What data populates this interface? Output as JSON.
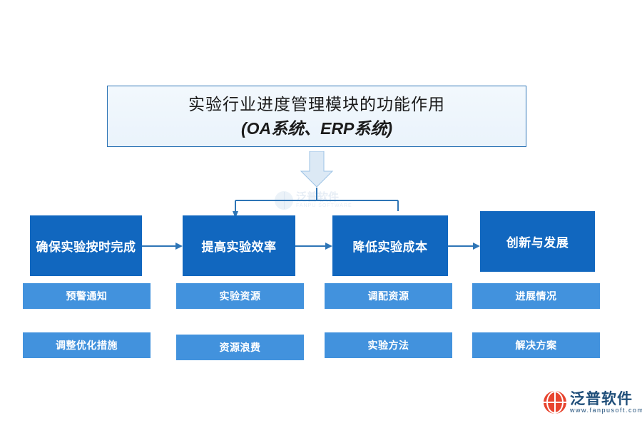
{
  "title": {
    "line1": "实验行业进度管理模块的功能作用",
    "line2": "(OA系统、ERP系统)"
  },
  "watermark": {
    "center_main": "泛普软件",
    "center_sub": "FANPU SOFTWARE",
    "logo_main": "泛普软件",
    "logo_sub": "www.fanpusoft.com"
  },
  "colors": {
    "main_box": "#1167bf",
    "sub_box": "#4292dd",
    "title_border": "#2e75b6",
    "connector": "#2e75b6",
    "logo_red": "#e8442e",
    "logo_blue": "#1f4e79"
  },
  "columns": [
    {
      "main": "确保实验按时完成",
      "subs": [
        "预警通知",
        "调整优化措施"
      ]
    },
    {
      "main": "提高实验效率",
      "subs": [
        "实验资源",
        "资源浪费"
      ]
    },
    {
      "main": "降低实验成本",
      "subs": [
        "调配资源",
        "实验方法"
      ]
    },
    {
      "main": "创新与发展",
      "subs": [
        "进展情况",
        "解决方案"
      ]
    }
  ]
}
